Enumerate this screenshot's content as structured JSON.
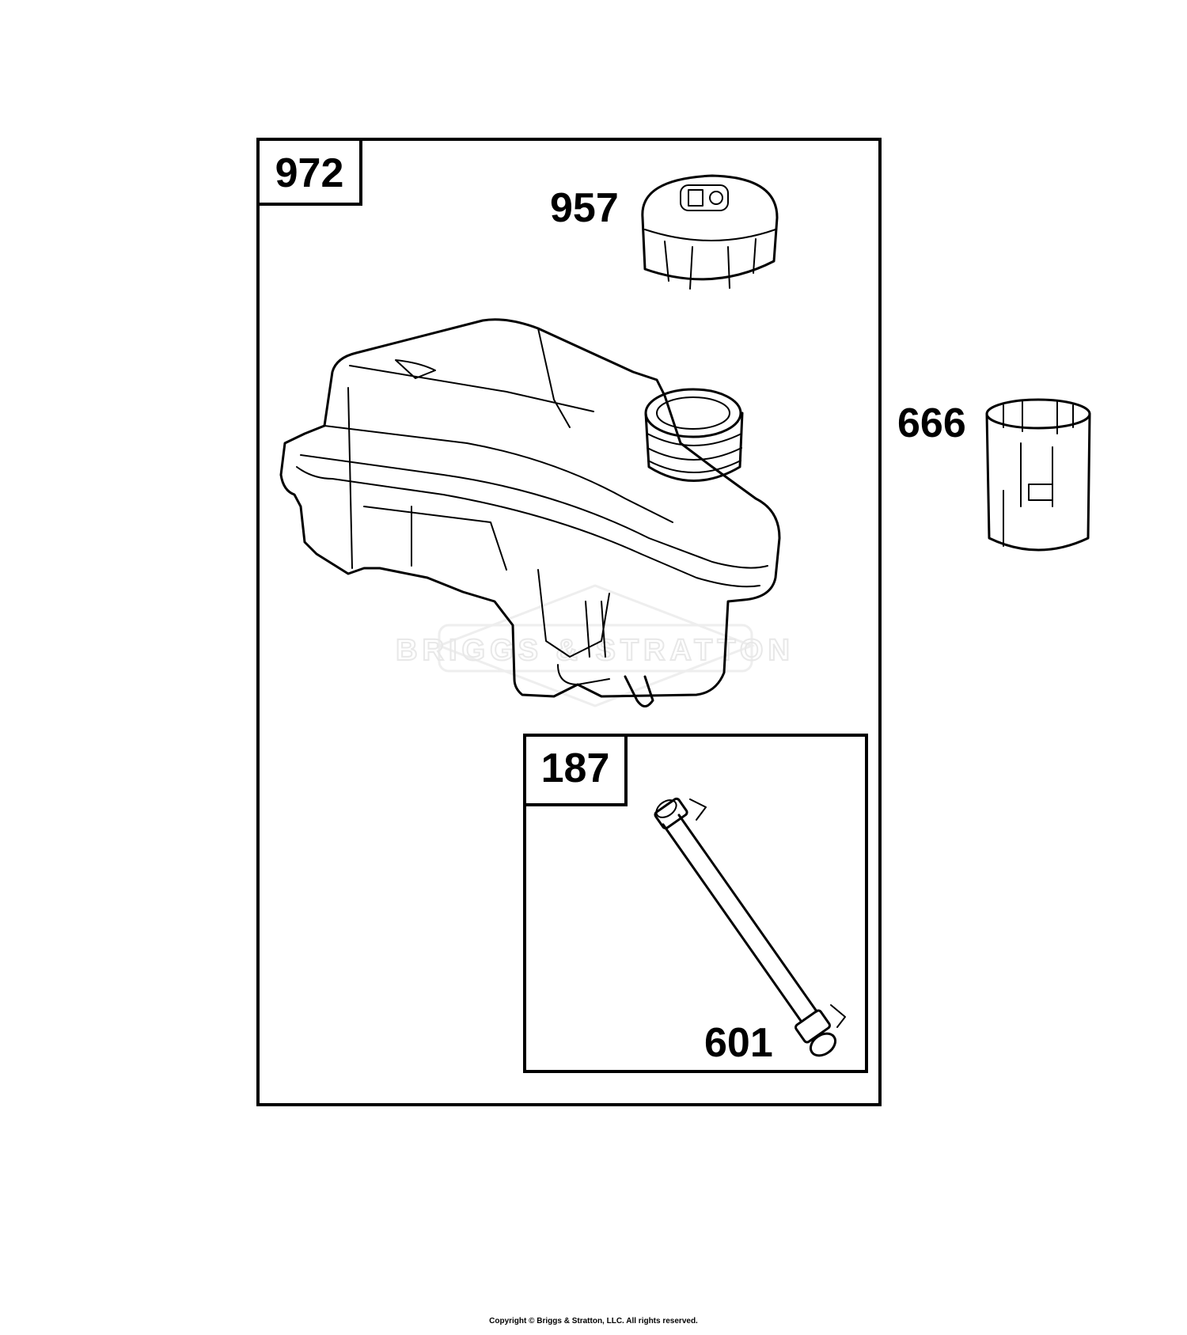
{
  "assembly": {
    "ref": "972"
  },
  "sub_assembly": {
    "ref": "187"
  },
  "parts": {
    "fuel_cap": "957",
    "sleeve": "666",
    "fuel_line": "601"
  },
  "watermark": {
    "text": "BRIGGS & STRATTON"
  },
  "footer": {
    "copyright": "Copyright © Briggs & Stratton, LLC. All rights reserved."
  }
}
